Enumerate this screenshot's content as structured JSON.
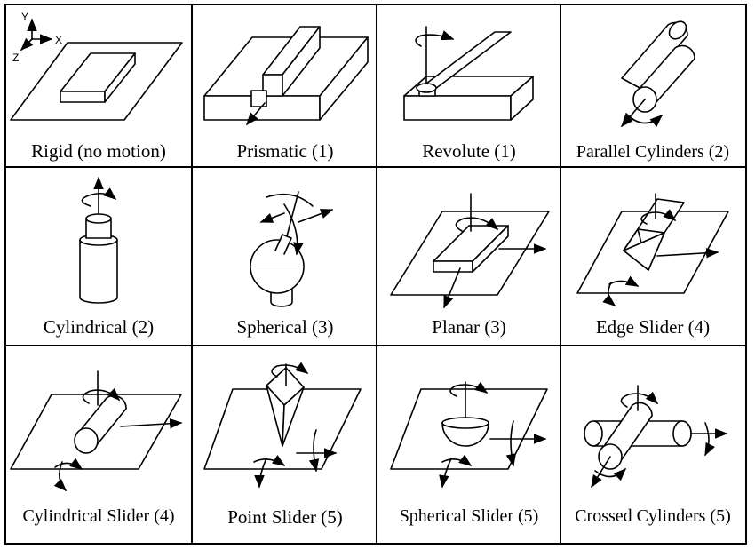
{
  "axes": {
    "x": "X",
    "y": "Y",
    "z": "Z"
  },
  "cells": [
    {
      "key": "rigid",
      "caption": "Rigid (no motion)"
    },
    {
      "key": "prismatic",
      "caption": "Prismatic (1)"
    },
    {
      "key": "revolute",
      "caption": "Revolute (1)"
    },
    {
      "key": "parallel-cylinders",
      "caption": "Parallel Cylinders (2)"
    },
    {
      "key": "cylindrical",
      "caption": "Cylindrical (2)"
    },
    {
      "key": "spherical",
      "caption": "Spherical (3)"
    },
    {
      "key": "planar",
      "caption": "Planar (3)"
    },
    {
      "key": "edge-slider",
      "caption": "Edge Slider (4)"
    },
    {
      "key": "cylindrical-slider",
      "caption": "Cylindrical Slider (4)"
    },
    {
      "key": "point-slider",
      "caption": "Point Slider (5)"
    },
    {
      "key": "spherical-slider",
      "caption": "Spherical Slider (5)"
    },
    {
      "key": "crossed-cylinders",
      "caption": "Crossed Cylinders (5)"
    }
  ]
}
